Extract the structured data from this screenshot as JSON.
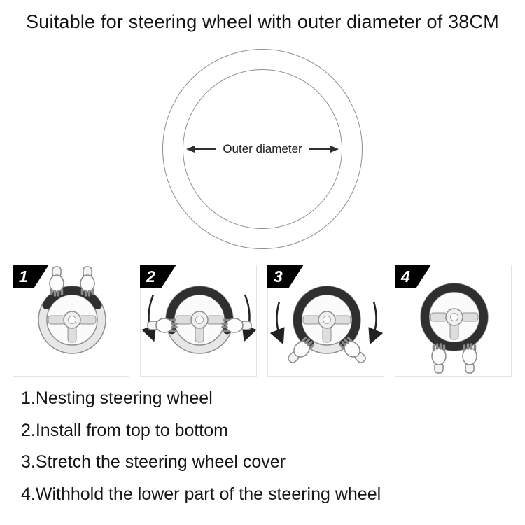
{
  "title": "Suitable for steering wheel with outer diameter of 38CM",
  "diagram": {
    "arrow_label": "Outer diameter"
  },
  "steps": [
    {
      "number": "1",
      "caption": "Nesting steering wheel"
    },
    {
      "number": "2",
      "caption": "Install from top to bottom"
    },
    {
      "number": "3",
      "caption": "Stretch the steering wheel cover"
    },
    {
      "number": "4",
      "caption": "Withhold the lower part of the steering wheel"
    }
  ],
  "instructions": [
    "1.Nesting steering wheel",
    "2.Install from top to bottom",
    "3.Stretch the steering wheel cover",
    "4.Withhold the lower part of the steering wheel"
  ],
  "colors": {
    "badge": "#000000",
    "cover": "#2f2f2f",
    "line": "#8f8f8f"
  }
}
